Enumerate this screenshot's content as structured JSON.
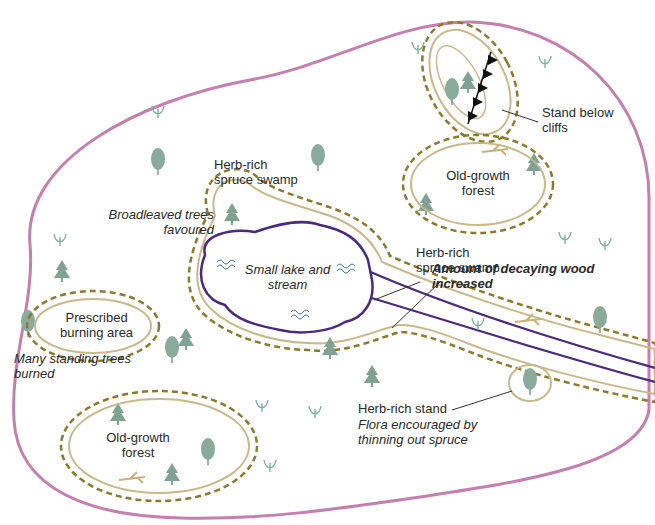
{
  "diagram": {
    "nodes": [
      {
        "text": [
          "Old-growth forest"
        ]
      },
      {
        "text": [
          "Small lake and stream"
        ]
      },
      {
        "text": [
          "Prescribed burning area"
        ]
      },
      {
        "text": [
          "Old-growth forest"
        ]
      }
    ],
    "labels": [
      "Stand below cliffs",
      "Herb-rich spruce swamp",
      "Broadleaved trees favoured",
      "Herb-rich spruce swamp",
      "Amount of decaying wood increased",
      "Many standing trees burned",
      "Herb-rich stand",
      "Flora encouraged by thinning out spruce"
    ]
  }
}
